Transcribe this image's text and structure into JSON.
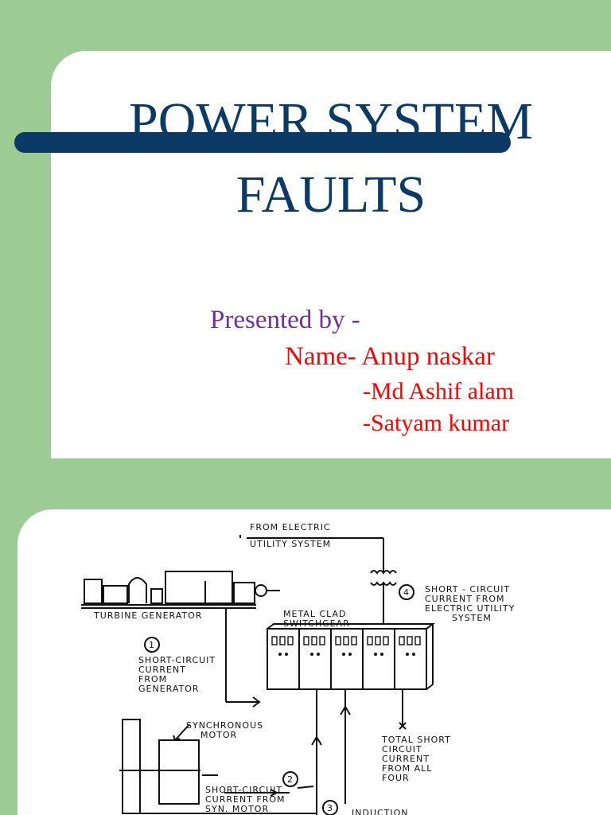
{
  "slide": {
    "title_line1": "POWER SYSTEM",
    "title_line2": "FAULTS",
    "presented_by": "Presented by -",
    "names": [
      "Name- Anup naskar",
      "-Md Ashif  alam",
      "-Satyam kumar"
    ]
  },
  "diagram": {
    "source_label_1": "FROM ELECTRIC",
    "source_label_2": "UTILITY SYSTEM",
    "turbine_generator": "TURBINE GENERATOR",
    "switchgear_1": "METAL CLAD",
    "switchgear_2": "SWITCHGEAR",
    "marker_1": "1",
    "marker_2": "2",
    "marker_3": "3",
    "marker_4": "4",
    "gen_current": [
      "SHORT-CIRCUIT",
      "CURRENT",
      "FROM",
      "GENERATOR"
    ],
    "utility_current": [
      "SHORT - CIRCUIT",
      "CURRENT FROM",
      "ELECTRIC UTILITY",
      "SYSTEM"
    ],
    "motor_label": [
      "SYNCHRONOUS",
      "MOTOR"
    ],
    "syn_current": [
      "SHORT-CIRCUIT",
      "CURRENT FROM",
      "SYN. MOTOR"
    ],
    "total_current": [
      "TOTAL SHORT",
      "CIRCUIT",
      "CURRENT",
      "FROM ALL",
      "FOUR"
    ],
    "induction_label": "INDUCTION"
  },
  "colors": {
    "background_green": "#9ccb93",
    "title_navy": "#0b3a66",
    "presented_purple": "#7030a0",
    "names_red": "#ff0000"
  }
}
